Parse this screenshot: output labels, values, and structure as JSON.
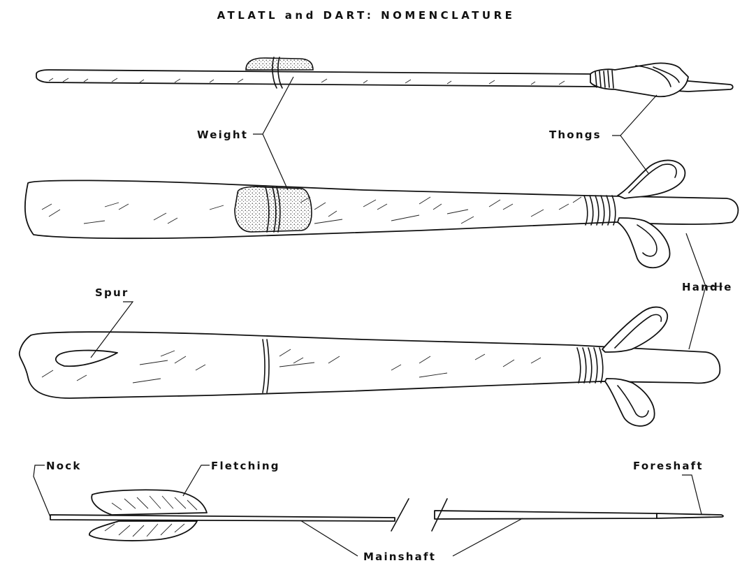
{
  "title": "ATLATL and DART: NOMENCLATURE",
  "labels": {
    "weight": "Weight",
    "thongs": "Thongs",
    "handle": "Handle",
    "spur": "Spur",
    "nock": "Nock",
    "fletching": "Fletching",
    "foreshaft": "Foreshaft",
    "mainshaft": "Mainshaft"
  }
}
